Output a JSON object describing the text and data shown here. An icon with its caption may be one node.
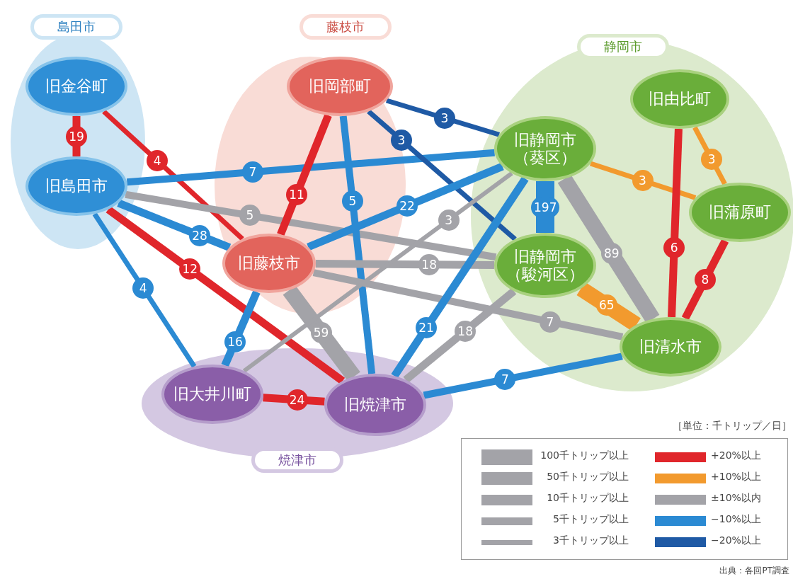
{
  "diagram": {
    "nodes": [
      {
        "text": [
          "島田市"
        ]
      },
      {
        "text": [
          "旧金谷町"
        ],
        "in": 0
      },
      {
        "text": [
          "旧島田市"
        ],
        "in": 0
      },
      {
        "text": [
          "藤枝市"
        ]
      },
      {
        "text": [
          "旧岡部町"
        ],
        "in": 3
      },
      {
        "text": [
          "旧藤枝市"
        ],
        "in": 3
      },
      {
        "text": [
          "静岡市"
        ]
      },
      {
        "text": [
          "旧由比町"
        ],
        "in": 6
      },
      {
        "text": [
          "旧静岡市（葵区）"
        ],
        "in": 6
      },
      {
        "text": [
          "旧蒲原町"
        ],
        "in": 6
      },
      {
        "text": [
          "旧静岡市（駿河区）"
        ],
        "in": 6
      },
      {
        "text": [
          "旧清水市"
        ],
        "in": 6
      },
      {
        "text": [
          "焼津市"
        ]
      },
      {
        "text": [
          "旧大井川町"
        ],
        "in": 12
      },
      {
        "text": [
          "旧焼津市"
        ],
        "in": 12
      }
    ],
    "edges": [
      {
        "from": 1,
        "to": 2,
        "arrow": "none",
        "label": "19",
        "color": "#e0262b"
      },
      {
        "from": 1,
        "to": 5,
        "arrow": "none",
        "label": "4",
        "color": "#e0262b"
      },
      {
        "from": 2,
        "to": 8,
        "arrow": "none",
        "label": "7"
      },
      {
        "from": 2,
        "to": 10,
        "arrow": "none",
        "label": "5",
        "color": "#a3a3a8"
      },
      {
        "from": 2,
        "to": 5,
        "arrow": "none",
        "label": "28"
      },
      {
        "from": 2,
        "to": 14,
        "arrow": "none",
        "label": "12",
        "color": "#e0262b"
      },
      {
        "from": 2,
        "to": 13,
        "arrow": "none",
        "label": "4"
      },
      {
        "from": 4,
        "to": 5,
        "arrow": "none",
        "label": "11",
        "color": "#e0262b"
      },
      {
        "from": 4,
        "to": 14,
        "arrow": "none",
        "label": "5"
      },
      {
        "from": 4,
        "to": 8,
        "arrow": "none",
        "label": "3",
        "color": "#1f5aa5"
      },
      {
        "from": 4,
        "to": 10,
        "arrow": "none",
        "label": "3",
        "color": "#1f5aa5"
      },
      {
        "from": 5,
        "to": 8,
        "arrow": "none",
        "label": "22"
      },
      {
        "from": 5,
        "to": 10,
        "arrow": "none",
        "label": "18",
        "color": "#a3a3a8"
      },
      {
        "from": 5,
        "to": 13,
        "arrow": "none",
        "label": "16"
      },
      {
        "from": 5,
        "to": 14,
        "arrow": "none",
        "label": "59",
        "color": "#a3a3a8",
        "style": "thick"
      },
      {
        "from": 5,
        "to": 11,
        "arrow": "none",
        "label": "7",
        "color": "#a3a3a8"
      },
      {
        "from": 13,
        "to": 8,
        "arrow": "none",
        "label": "3",
        "color": "#a3a3a8"
      },
      {
        "from": 14,
        "to": 8,
        "arrow": "none",
        "label": "21"
      },
      {
        "from": 14,
        "to": 10,
        "arrow": "none",
        "label": "18",
        "color": "#a3a3a8"
      },
      {
        "from": 14,
        "to": 11,
        "arrow": "none",
        "label": "7"
      },
      {
        "from": 13,
        "to": 14,
        "arrow": "none",
        "label": "24",
        "color": "#e0262b"
      },
      {
        "from": 8,
        "to": 10,
        "arrow": "none",
        "label": "197",
        "style": "thick"
      },
      {
        "from": 8,
        "to": 11,
        "arrow": "none",
        "label": "89",
        "color": "#a3a3a8",
        "style": "thick"
      },
      {
        "from": 8,
        "to": 9,
        "arrow": "none",
        "label": "3",
        "color": "#f29a2e"
      },
      {
        "from": 7,
        "to": 9,
        "arrow": "none",
        "label": "3",
        "color": "#f29a2e"
      },
      {
        "from": 7,
        "to": 11,
        "arrow": "none",
        "label": "6",
        "color": "#e0262b"
      },
      {
        "from": 9,
        "to": 11,
        "arrow": "none",
        "label": "8",
        "color": "#e0262b"
      },
      {
        "from": 10,
        "to": 11,
        "arrow": "none",
        "label": "65",
        "color": "#f29a2e",
        "style": "thick"
      }
    ],
    "labels": [
      "［単位：千トリップ／日］",
      "出典：各回PT調査"
    ],
    "legend": [
      {
        "text": "100千トリップ以上"
      },
      {
        "text": "+20%以上",
        "color": "#e0262b"
      },
      {
        "text": "50千トリップ以上"
      },
      {
        "text": "+10%以上",
        "color": "#f29a2e"
      },
      {
        "text": "10千トリップ以上"
      },
      {
        "text": "±10%以内",
        "color": "#a3a3a8"
      },
      {
        "text": "5千トリップ以上"
      },
      {
        "text": "−10%以上",
        "color": "#2b8ad3"
      },
      {
        "text": "3千トリップ以上"
      },
      {
        "text": "−20%以上",
        "color": "#1f5aa5"
      }
    ]
  }
}
